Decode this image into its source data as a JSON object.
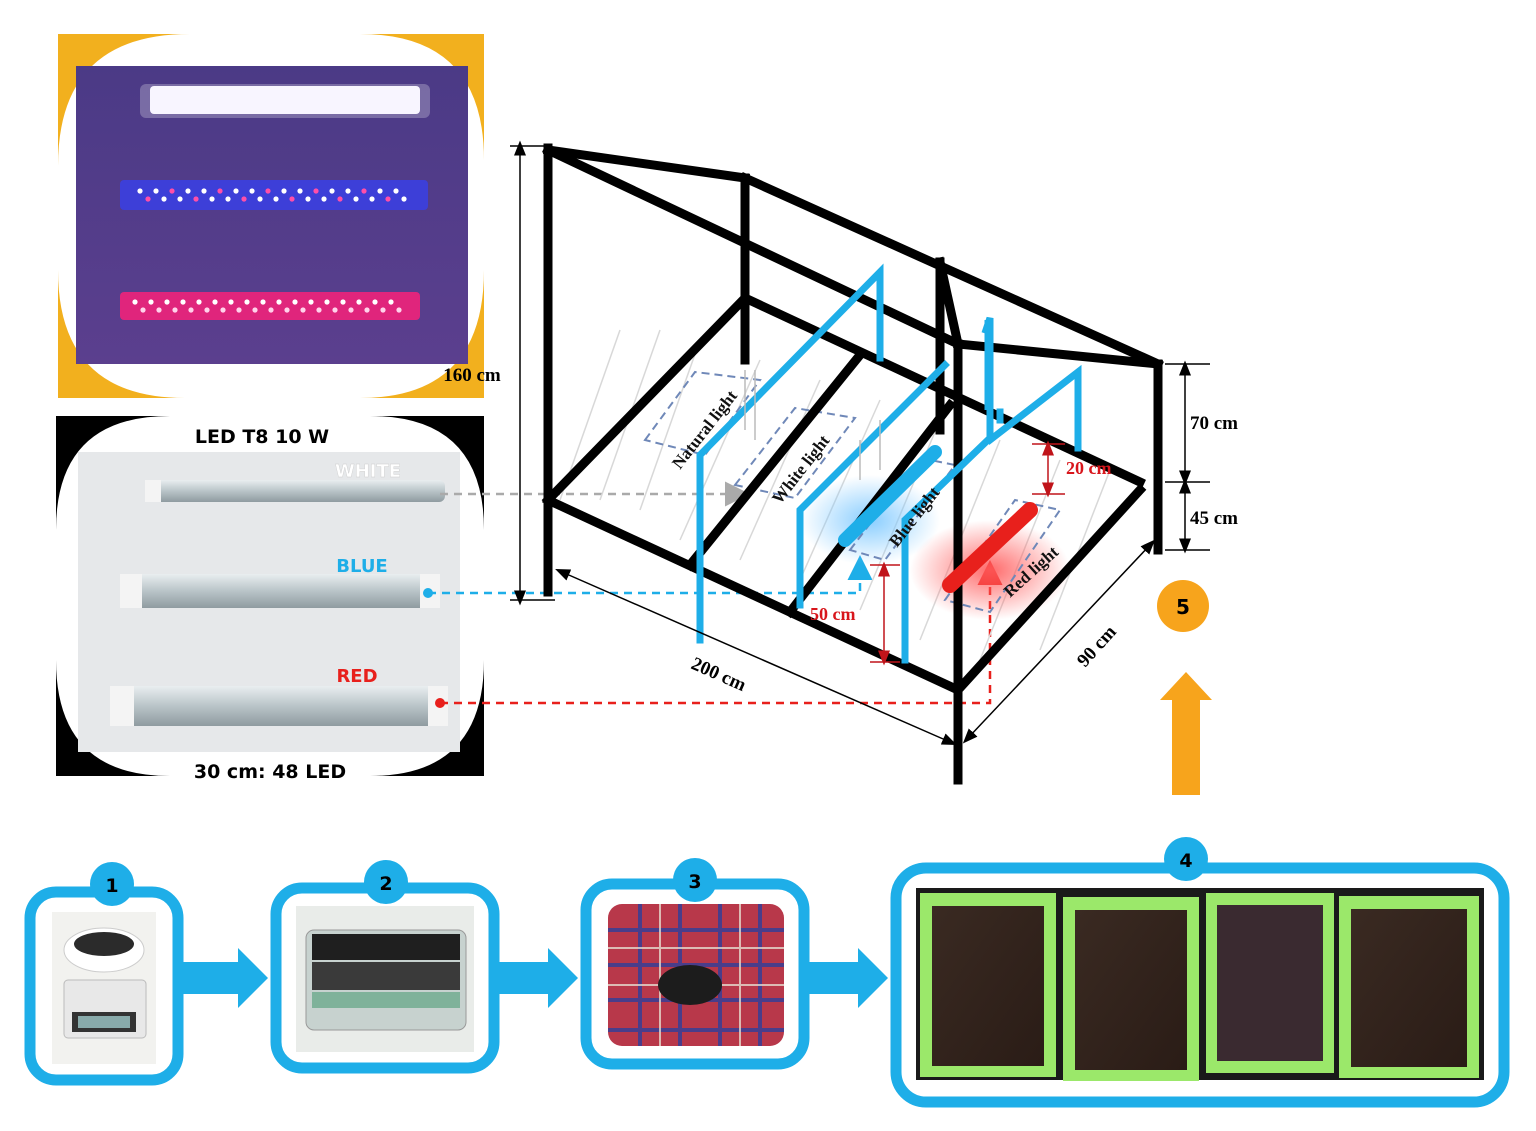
{
  "led_panel": {
    "title": "LED T8 10 W",
    "white_label": "WHITE",
    "blue_label": "BLUE",
    "red_label": "RED",
    "caption": "30 cm: 48 LED"
  },
  "chamber": {
    "height_label": "160 cm",
    "length_label": "200 cm",
    "depth_label": "90 cm",
    "upper_label": "70 cm",
    "lower_label": "45 cm",
    "lamp_gap_label": "20 cm",
    "plant_gap_label": "50 cm",
    "zones": {
      "natural": "Natural light",
      "white": "White light",
      "blue": "Blue light",
      "red": "Red light"
    }
  },
  "steps": [
    "1",
    "2",
    "3",
    "4",
    "5"
  ],
  "colors": {
    "frame": "#000000",
    "accent_blue": "#1eaee8",
    "red": "#e8201c",
    "orange": "#f7a41c",
    "gold": "#f2b01e"
  }
}
